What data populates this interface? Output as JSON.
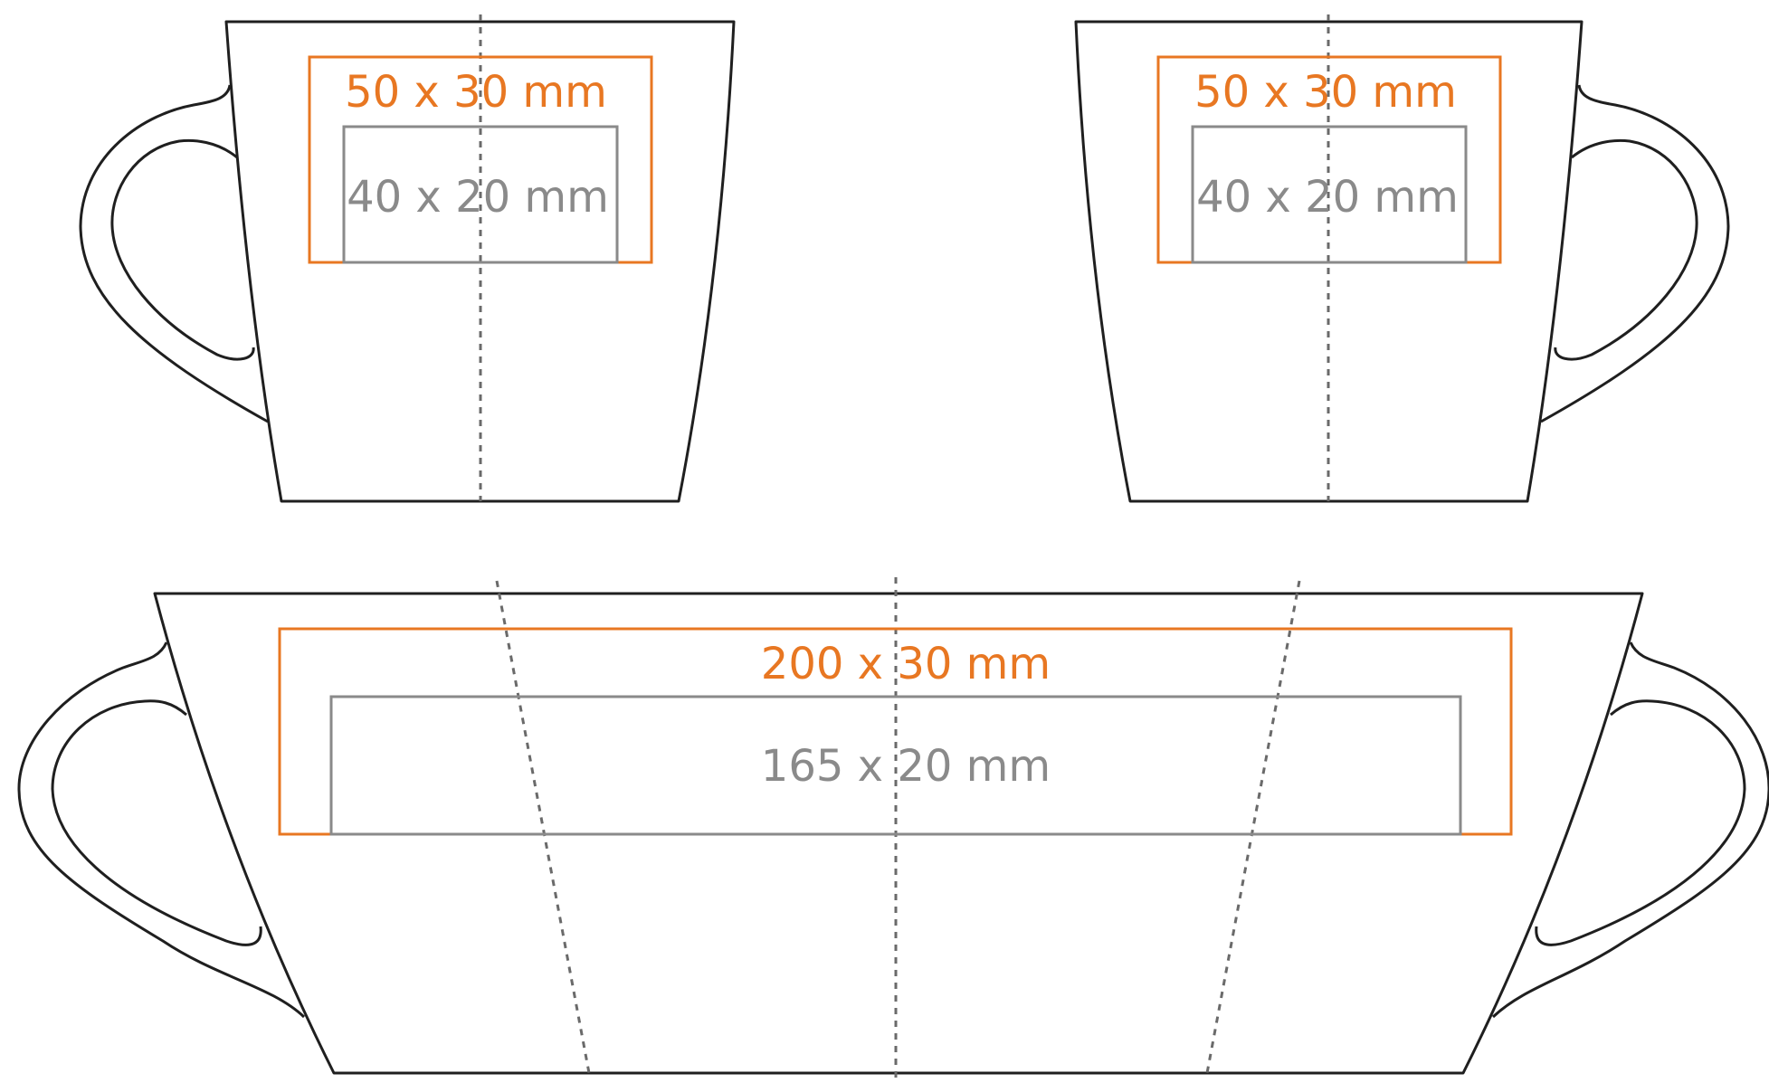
{
  "colors": {
    "outline": "#1f1f1f",
    "guide": "#6a6a6a",
    "outer_area": "#e87722",
    "inner_area": "#8a8a8a"
  },
  "views": {
    "left": {
      "outer_label": "50 x 30 mm",
      "inner_label": "40 x 20 mm"
    },
    "right": {
      "outer_label": "50 x 30 mm",
      "inner_label": "40 x 20 mm"
    },
    "wrap": {
      "outer_label": "200 x 30 mm",
      "inner_label": "165 x 20 mm"
    }
  }
}
